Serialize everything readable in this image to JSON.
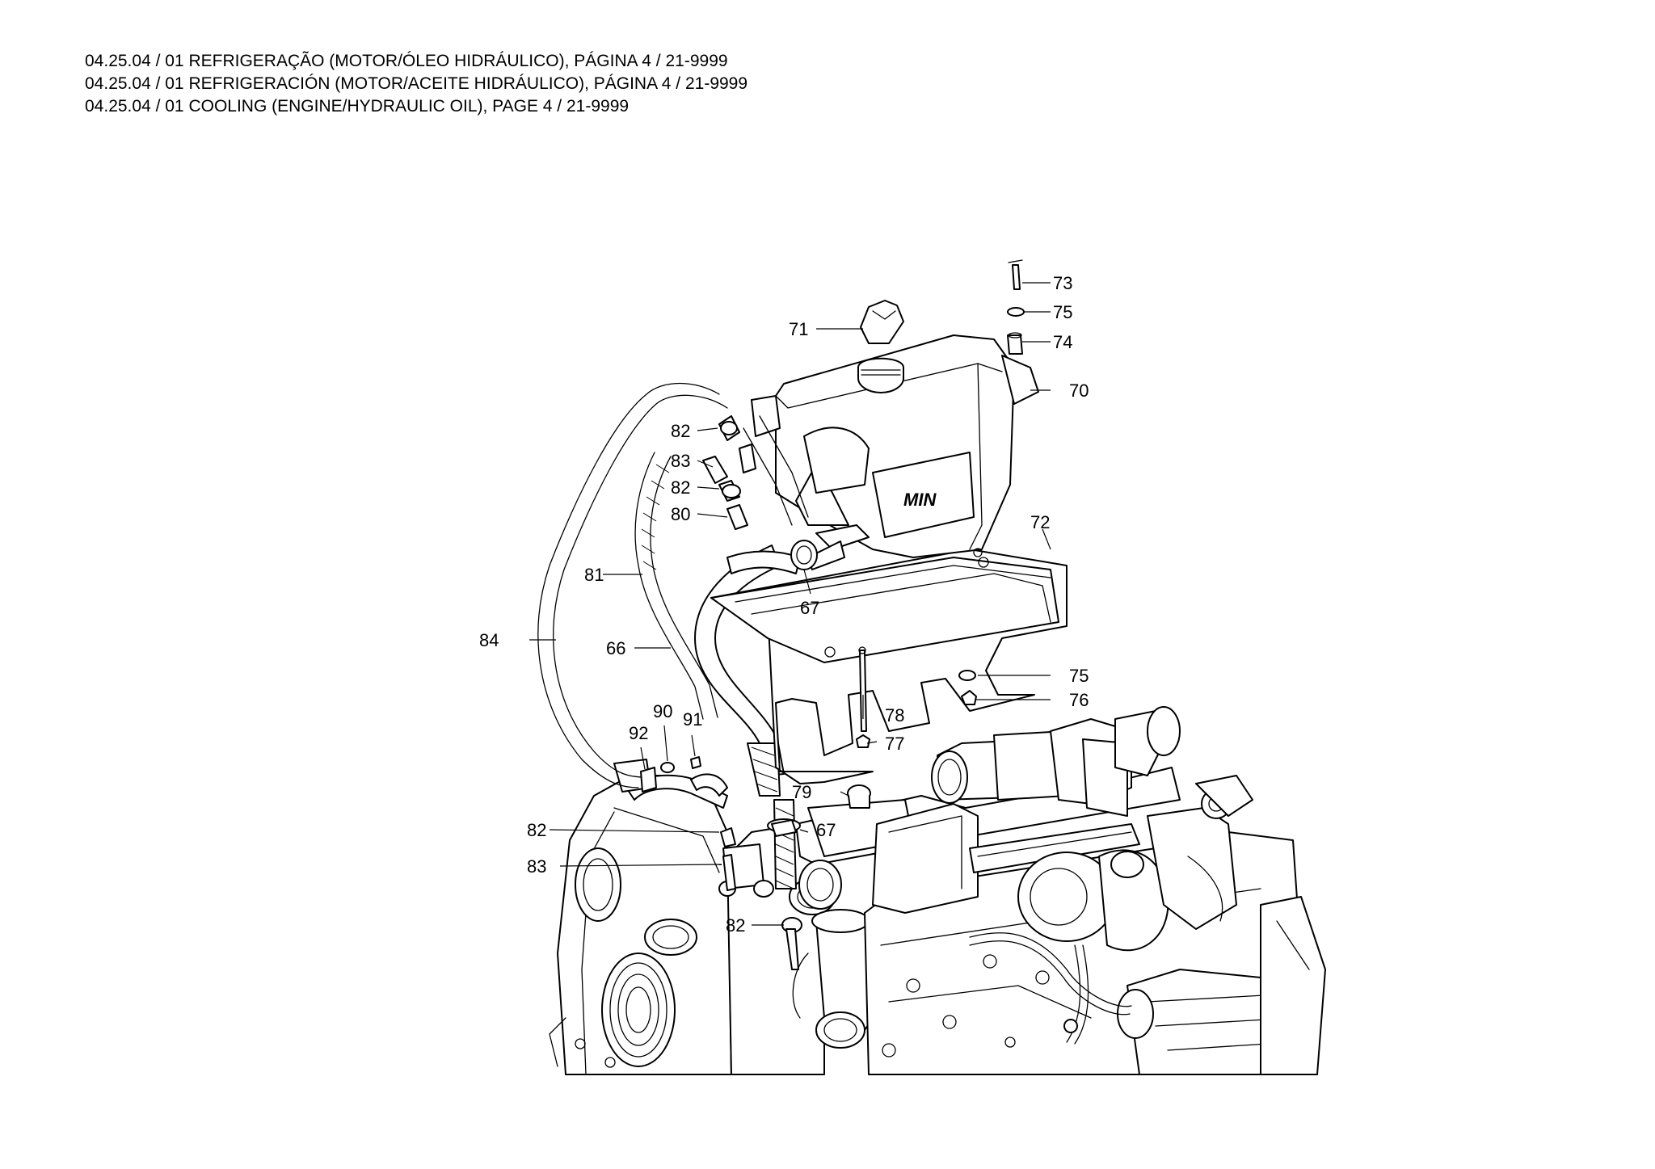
{
  "header": {
    "line_pt": "04.25.04 / 01 REFRIGERAÇÃO (MOTOR/ÓLEO HIDRÁULICO), PÁGINA 4 / 21-9999",
    "line_es": "04.25.04 / 01 REFRIGERACIÓN (MOTOR/ACEITE HIDRÁULICO), PÁGINA 4 / 21-9999",
    "line_en": "04.25.04 / 01 COOLING (ENGINE/HYDRAULIC OIL), PAGE 4 / 21-9999"
  },
  "tank_marking": "MIN",
  "callouts": {
    "c73": "73",
    "c75a": "75",
    "c74": "74",
    "c70": "70",
    "c71": "71",
    "c82a": "82",
    "c83a": "83",
    "c82b": "82",
    "c80": "80",
    "c72": "72",
    "c81": "81",
    "c67a": "67",
    "c84": "84",
    "c66": "66",
    "c75b": "75",
    "c76": "76",
    "c78": "78",
    "c90": "90",
    "c91": "91",
    "c92": "92",
    "c77": "77",
    "c79": "79",
    "c82c": "82",
    "c67b": "67",
    "c83b": "83",
    "c82d": "82"
  }
}
